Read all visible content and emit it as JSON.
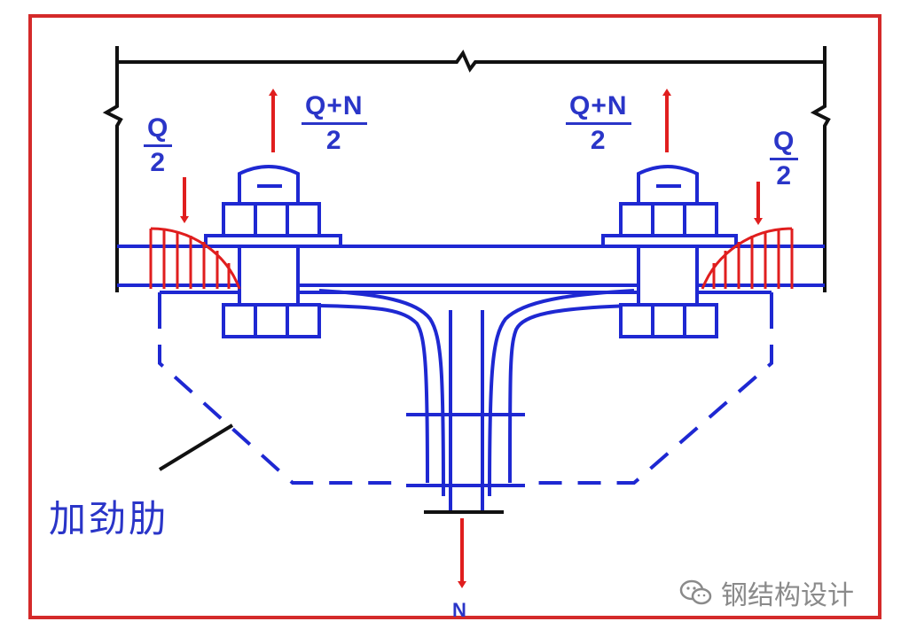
{
  "diagram": {
    "left_tension_label": {
      "numerator": "Q+N",
      "denominator": "2"
    },
    "right_tension_label": {
      "numerator": "Q+N",
      "denominator": "2"
    },
    "left_prying_label": {
      "numerator": "Q",
      "denominator": "2"
    },
    "right_prying_label": {
      "numerator": "Q",
      "denominator": "2"
    },
    "stiffener_label": "加劲肋",
    "load_label": "N"
  },
  "watermark": {
    "text": "钢结构设计",
    "icon": "wechat-icon"
  },
  "colors": {
    "structure": "#1e28d2",
    "force": "#e01e1e",
    "frame": "#d42a2a",
    "leader": "#111111",
    "watermark": "#8a8a8a"
  }
}
